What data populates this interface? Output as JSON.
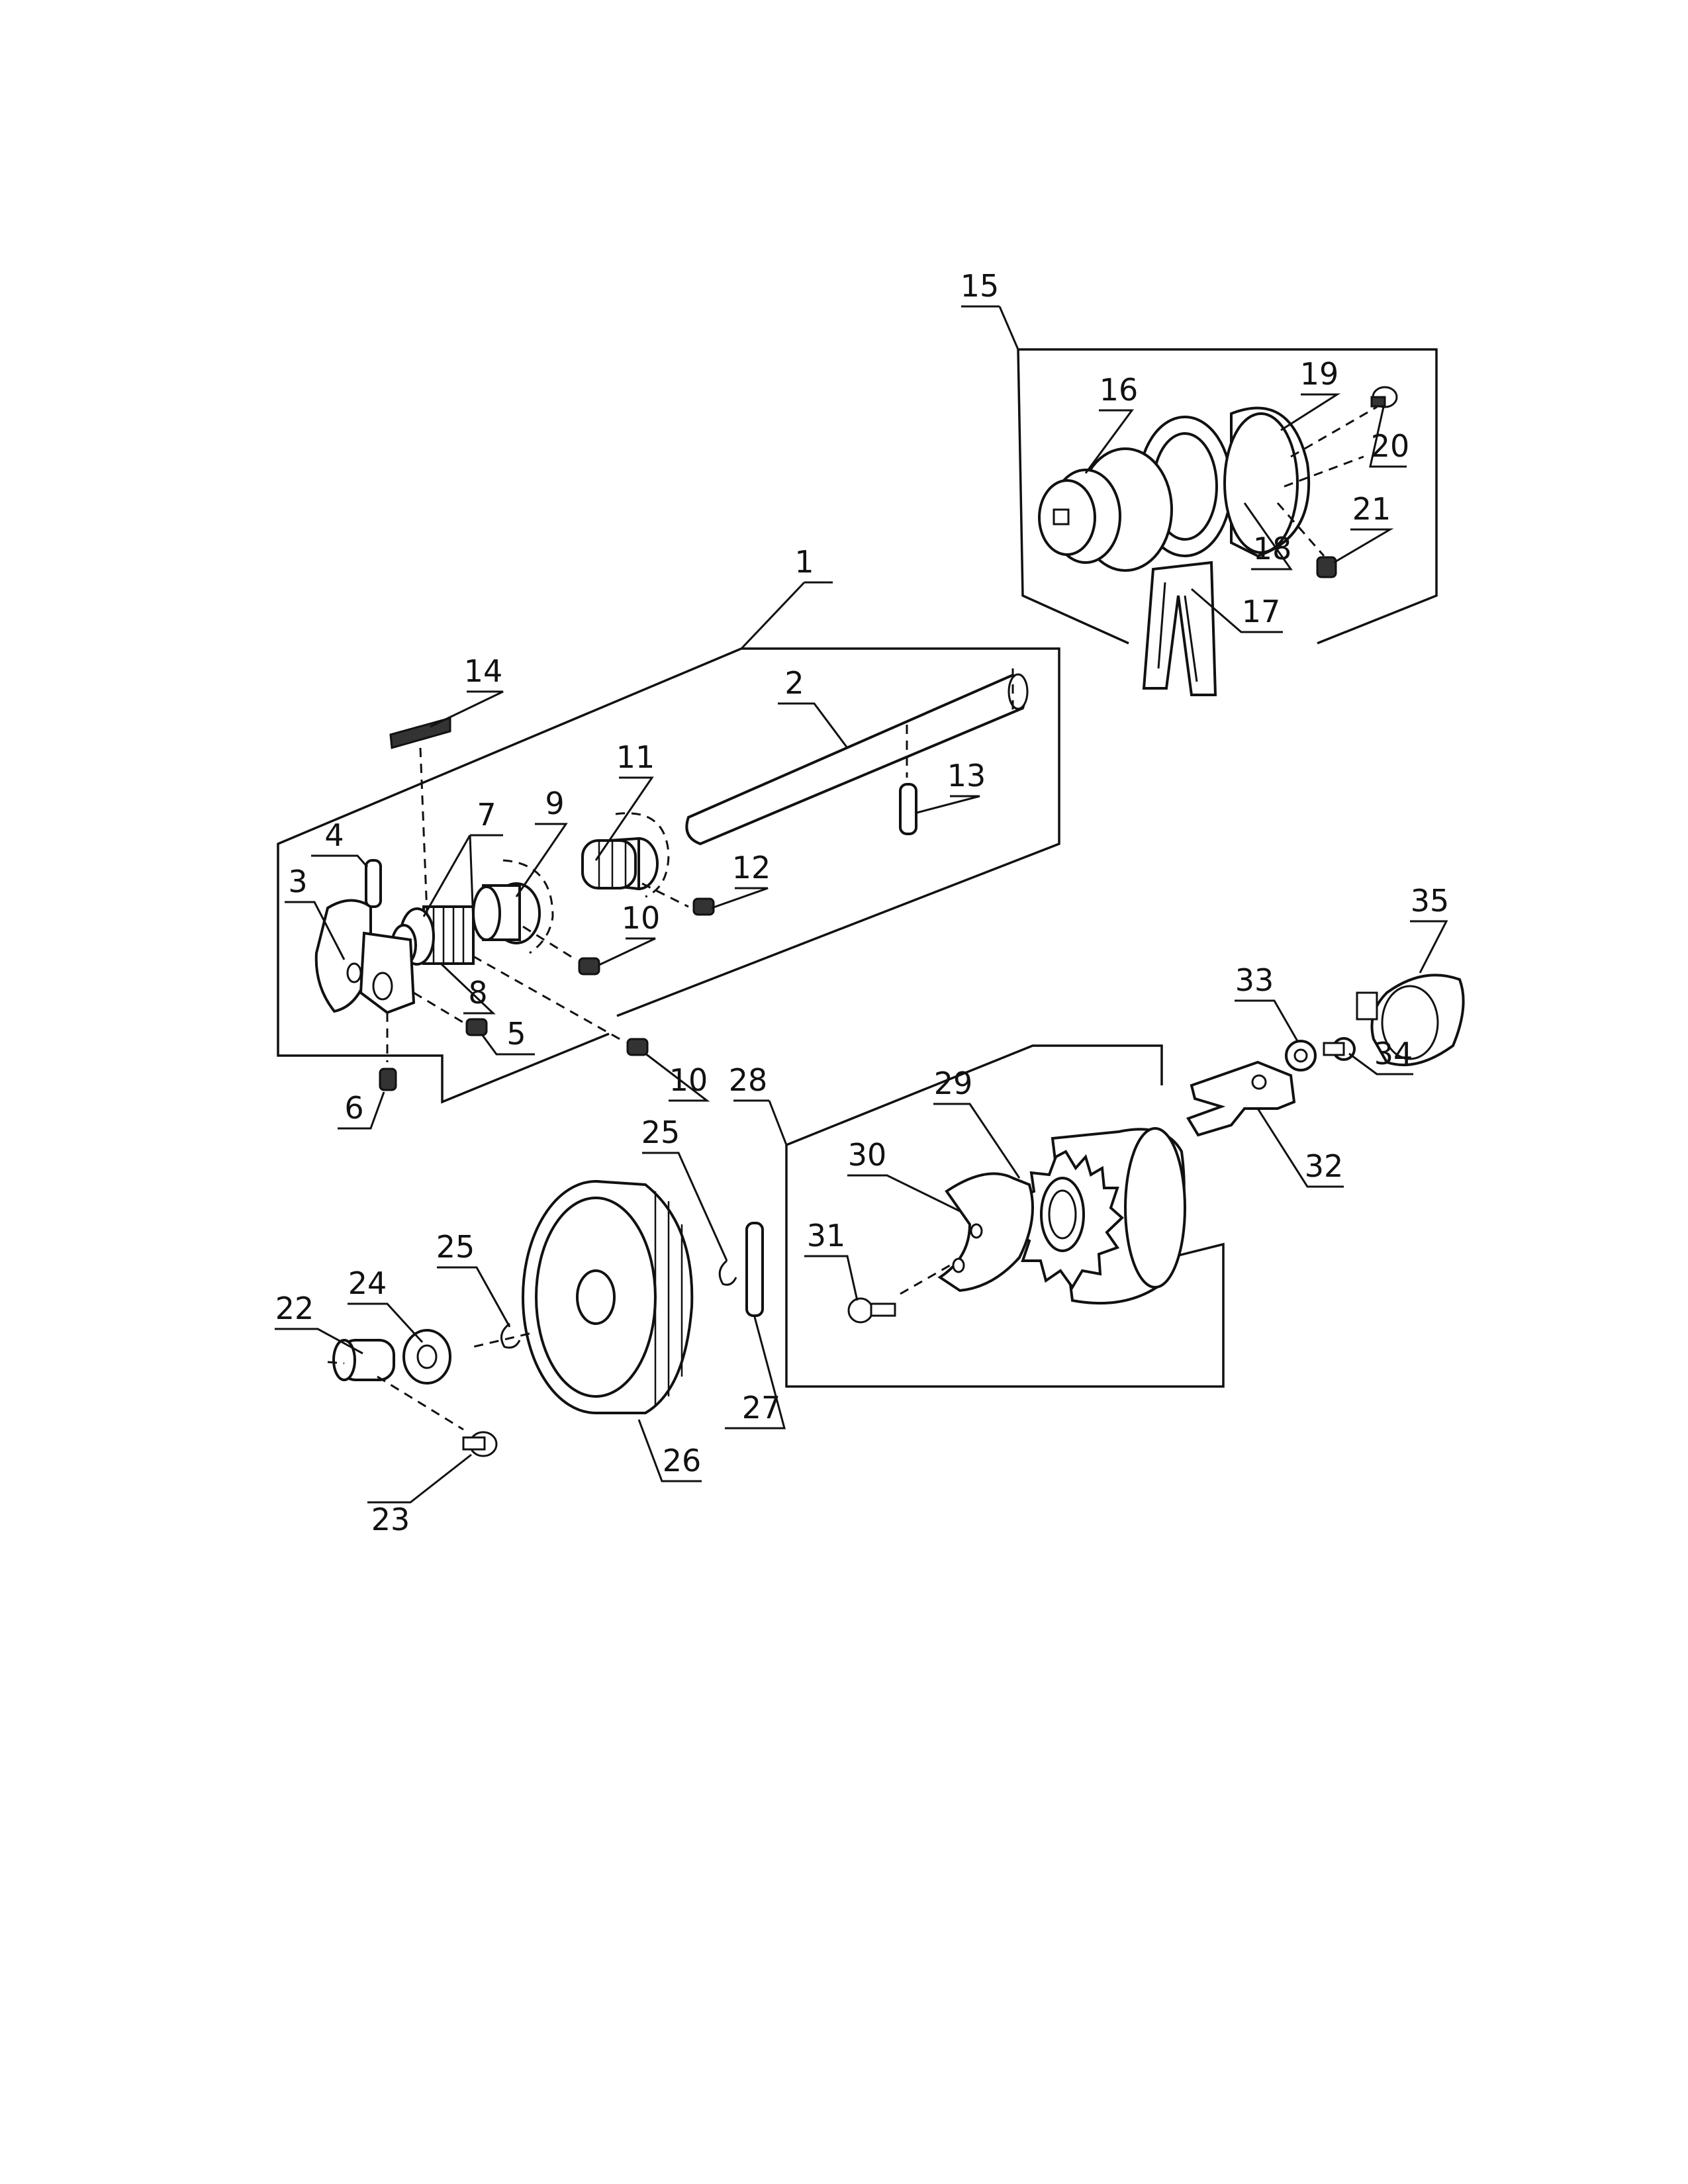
{
  "callouts": [
    {
      "id": "1",
      "label": "1"
    },
    {
      "id": "2",
      "label": "2"
    },
    {
      "id": "3",
      "label": "3"
    },
    {
      "id": "4",
      "label": "4"
    },
    {
      "id": "5",
      "label": "5"
    },
    {
      "id": "6",
      "label": "6"
    },
    {
      "id": "7",
      "label": "7"
    },
    {
      "id": "8",
      "label": "8"
    },
    {
      "id": "9",
      "label": "9"
    },
    {
      "id": "10a",
      "label": "10"
    },
    {
      "id": "10b",
      "label": "10"
    },
    {
      "id": "11",
      "label": "11"
    },
    {
      "id": "12",
      "label": "12"
    },
    {
      "id": "13",
      "label": "13"
    },
    {
      "id": "14",
      "label": "14"
    },
    {
      "id": "15",
      "label": "15"
    },
    {
      "id": "16",
      "label": "16"
    },
    {
      "id": "17",
      "label": "17"
    },
    {
      "id": "18",
      "label": "18"
    },
    {
      "id": "19",
      "label": "19"
    },
    {
      "id": "20",
      "label": "20"
    },
    {
      "id": "21",
      "label": "21"
    },
    {
      "id": "22",
      "label": "22"
    },
    {
      "id": "23",
      "label": "23"
    },
    {
      "id": "24",
      "label": "24"
    },
    {
      "id": "25a",
      "label": "25"
    },
    {
      "id": "25b",
      "label": "25"
    },
    {
      "id": "26",
      "label": "26"
    },
    {
      "id": "27",
      "label": "27"
    },
    {
      "id": "28",
      "label": "28"
    },
    {
      "id": "29",
      "label": "29"
    },
    {
      "id": "30",
      "label": "30"
    },
    {
      "id": "31",
      "label": "31"
    },
    {
      "id": "32",
      "label": "32"
    },
    {
      "id": "33",
      "label": "33"
    },
    {
      "id": "34",
      "label": "34"
    },
    {
      "id": "35",
      "label": "35"
    }
  ]
}
